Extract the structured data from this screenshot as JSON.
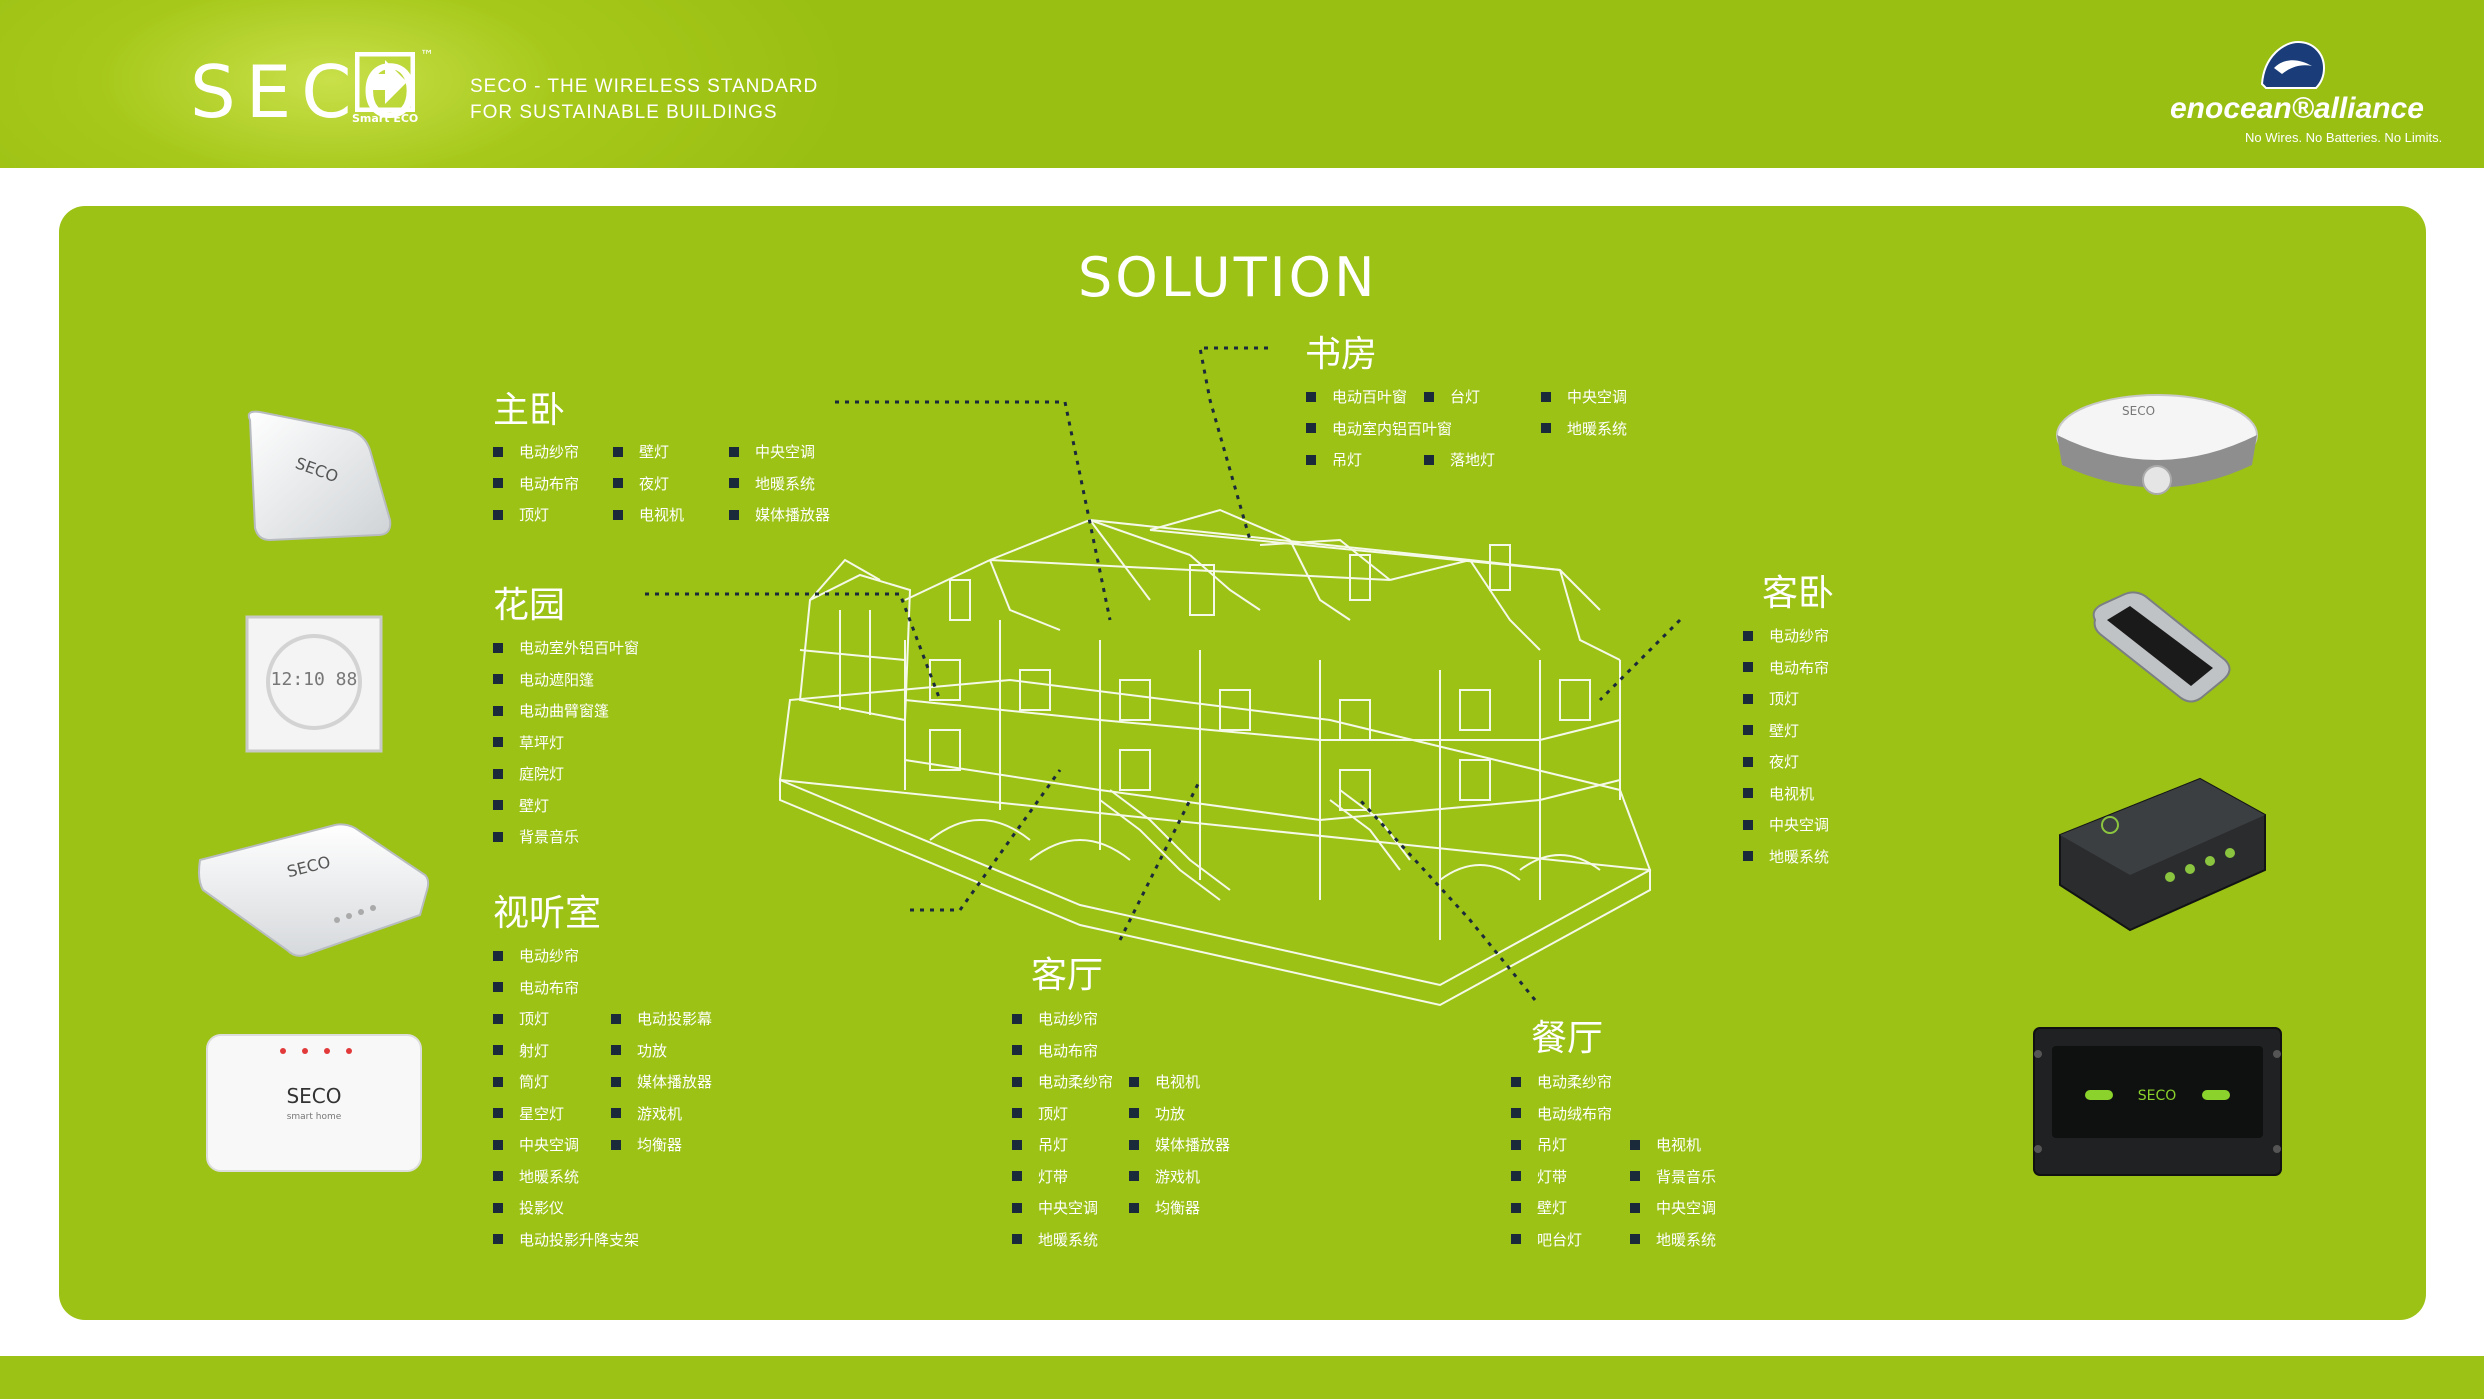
{
  "header": {
    "brand": "SECO",
    "trademark": "™",
    "brand_sub": "Smart ECO",
    "tagline_line1": "SECO - THE WIRELESS STANDARD",
    "tagline_line2": "FOR SUSTAINABLE BUILDINGS",
    "alliance_name": "enocean®alliance",
    "alliance_slogan": "No Wires. No Batteries. No Limits."
  },
  "colors": {
    "accent": "#9cc216",
    "bullet": "#1b2a3a",
    "text": "#ffffff"
  },
  "main": {
    "title": "SOLUTION"
  },
  "rooms": {
    "master_bedroom": {
      "title": "主卧",
      "col1": [
        "电动纱帘",
        "电动布帘",
        "顶灯"
      ],
      "col2": [
        "壁灯",
        "夜灯",
        "电视机"
      ],
      "col3": [
        "中央空调",
        "地暖系统",
        "媒体播放器"
      ]
    },
    "study": {
      "title": "书房",
      "col1": [
        "电动百叶窗",
        "电动室内铝百叶窗",
        "吊灯"
      ],
      "col2": [
        "台灯",
        "落地灯"
      ],
      "col3": [
        "中央空调",
        "地暖系统"
      ]
    },
    "garden": {
      "title": "花园",
      "col1": [
        "电动室外铝百叶窗",
        "电动遮阳篷",
        "电动曲臂窗篷",
        "草坪灯",
        "庭院灯",
        "壁灯",
        "背景音乐"
      ]
    },
    "guest_bedroom": {
      "title": "客卧",
      "col1": [
        "电动纱帘",
        "电动布帘",
        "顶灯",
        "壁灯",
        "夜灯",
        "电视机",
        "中央空调",
        "地暖系统"
      ]
    },
    "av_room": {
      "title": "视听室",
      "col1": [
        "电动纱帘",
        "电动布帘",
        "顶灯",
        "射灯",
        "筒灯",
        "星空灯",
        "中央空调",
        "地暖系统",
        "投影仪",
        "电动投影升降支架"
      ],
      "col2": [
        "电动投影幕",
        "功放",
        "媒体播放器",
        "游戏机",
        "均衡器"
      ]
    },
    "living_room": {
      "title": "客厅",
      "col1": [
        "电动纱帘",
        "电动布帘",
        "电动柔纱帘",
        "顶灯",
        "吊灯",
        "灯带",
        "中央空调",
        "地暖系统"
      ],
      "col2": [
        "电视机",
        "功放",
        "媒体播放器",
        "游戏机",
        "均衡器"
      ]
    },
    "dining_room": {
      "title": "餐厅",
      "col1": [
        "电动柔纱帘",
        "电动绒布帘",
        "吊灯",
        "灯带",
        "壁灯",
        "吧台灯"
      ],
      "col2": [
        "电视机",
        "背景音乐",
        "中央空调",
        "地暖系统"
      ]
    }
  },
  "devices": {
    "left": [
      {
        "icon": "gateway-device-icon",
        "label": "SECO"
      },
      {
        "icon": "thermostat-device-icon",
        "display": "12:10 88"
      },
      {
        "icon": "router-device-icon",
        "label": "SECO"
      },
      {
        "icon": "smart-home-controller-icon",
        "label": "SECO",
        "sublabel": "smart home"
      }
    ],
    "right": [
      {
        "icon": "ceiling-sensor-icon",
        "label": "SECO"
      },
      {
        "icon": "solar-switch-icon"
      },
      {
        "icon": "din-rail-actuator-icon"
      },
      {
        "icon": "protocol-converter-icon",
        "label": "SECO"
      }
    ]
  }
}
